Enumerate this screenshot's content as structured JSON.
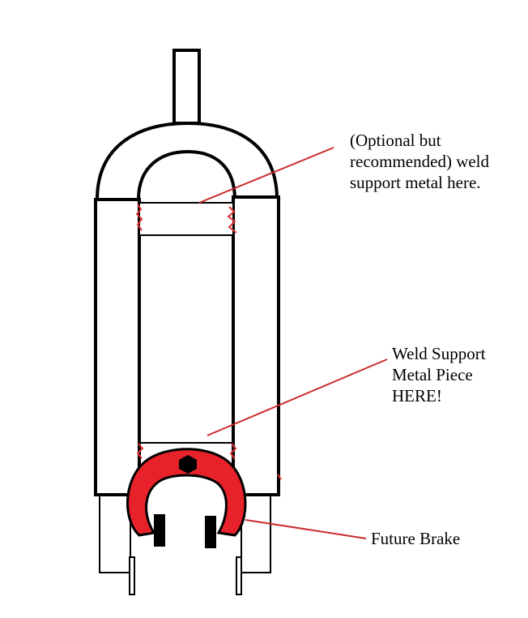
{
  "colors": {
    "outline": "#000000",
    "annotation_line": "#cc2b2b",
    "brake_fill": "#e8222a",
    "weld_marks": "#e03030",
    "background": "#ffffff"
  },
  "annotations": {
    "top_weld": {
      "lines": [
        "(Optional but",
        "recommended) weld",
        "support metal here."
      ]
    },
    "middle_weld": {
      "lines": [
        "Weld Support",
        "Metal Piece",
        "HERE!"
      ]
    },
    "brake": {
      "lines": [
        "Future Brake"
      ]
    }
  }
}
